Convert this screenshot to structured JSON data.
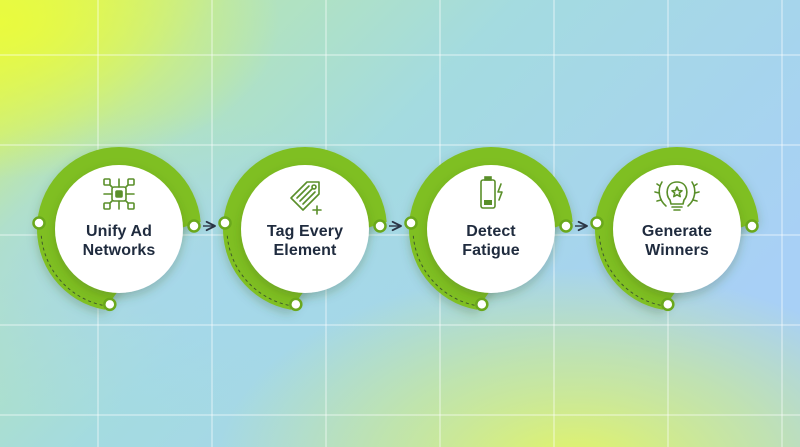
{
  "steps": [
    {
      "line1": "Unify Ad",
      "line2": "Networks",
      "icon": "ad-network-hub-icon"
    },
    {
      "line1": "Tag Every",
      "line2": "Element",
      "icon": "price-tag-plus-icon"
    },
    {
      "line1": "Detect",
      "line2": "Fatigue",
      "icon": "low-battery-icon"
    },
    {
      "line1": "Generate",
      "line2": "Winners",
      "icon": "lightbulb-laurel-star-icon"
    }
  ],
  "colors": {
    "ring": "#7fbf24",
    "ring_dark": "#6aa81c",
    "label": "#1f2b3e",
    "icon": "#5a8f2a",
    "connector": "#2b3545",
    "grid": "#ffffff"
  }
}
